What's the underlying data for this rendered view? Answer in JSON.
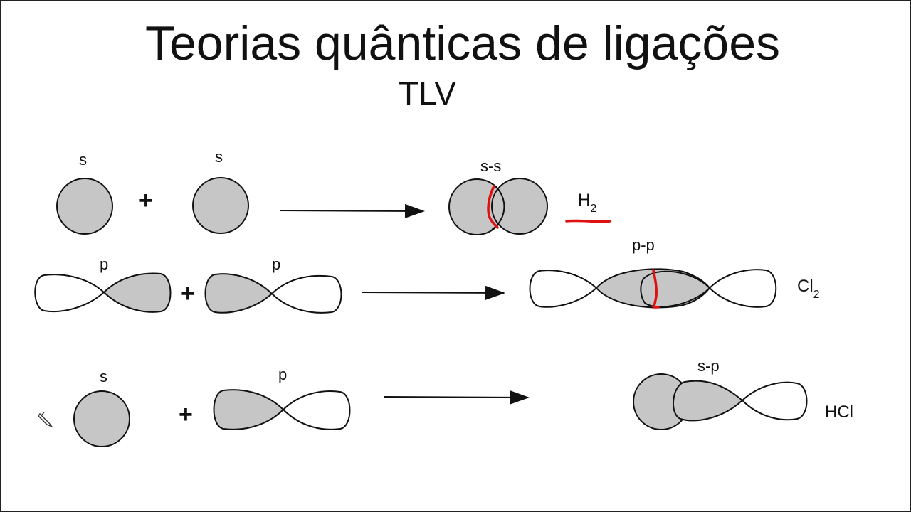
{
  "title": "Teorias quânticas de ligações",
  "subtitle": "TLV",
  "rows": [
    {
      "left_label": "s",
      "right_label": "s",
      "plus": "+",
      "result_label": "s-s",
      "molecule": "H",
      "molecule_sub": "2"
    },
    {
      "left_label": "p",
      "right_label": "p",
      "plus": "+",
      "result_label": "p-p",
      "molecule": "Cl",
      "molecule_sub": "2"
    },
    {
      "left_label": "s",
      "right_label": "p",
      "plus": "+",
      "result_label": "s-p",
      "molecule": "HCl",
      "molecule_sub": ""
    }
  ],
  "colors": {
    "orbital_fill": "#c6c6c6",
    "annotation": "#e01010"
  },
  "icons": {
    "cursor": "pen-cursor-icon"
  }
}
